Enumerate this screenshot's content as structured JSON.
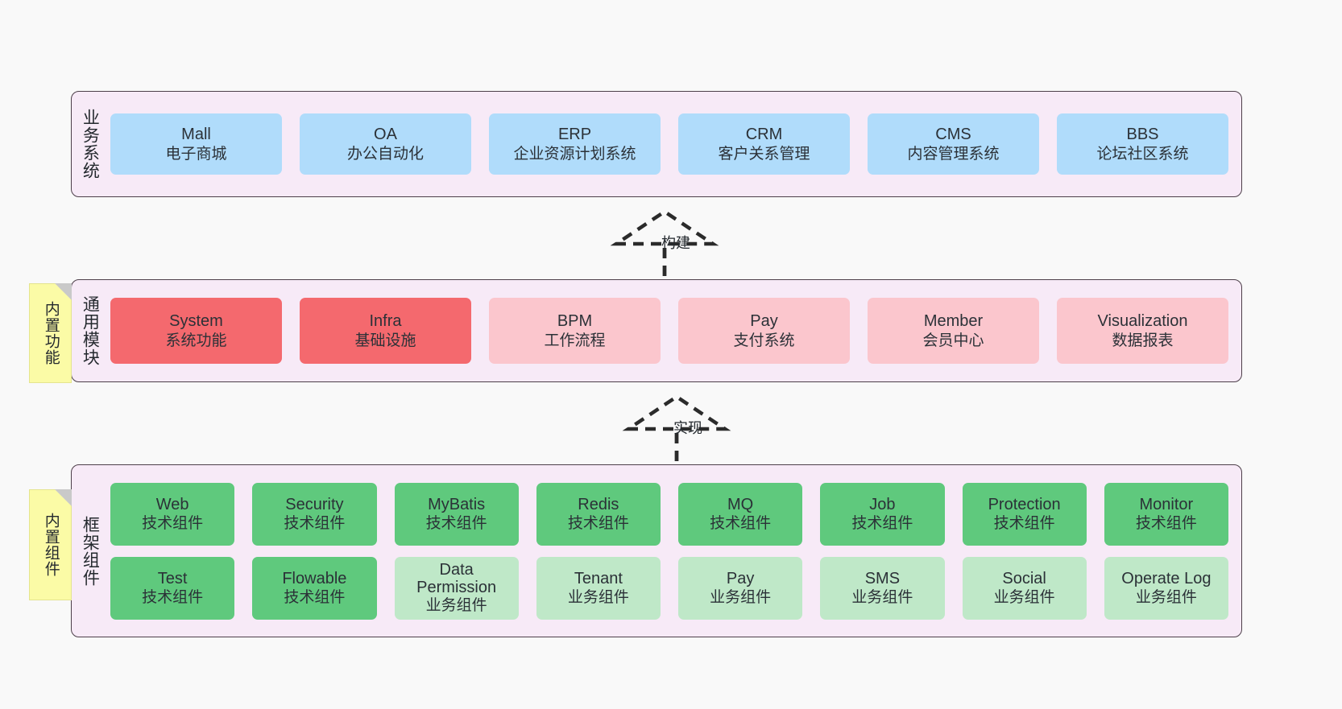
{
  "diagram": {
    "background_color": "#f9f9f9",
    "panel_color": "#f7eaf7",
    "note_color": "#fbfba6",
    "colors": {
      "business": "#b0dcfb",
      "module_core": "#f4696e",
      "module_ext": "#fbc6cd",
      "tech_component": "#5fc97d",
      "biz_component": "#bfe8c8"
    }
  },
  "layers": {
    "business": {
      "title": "业务系统",
      "cards": [
        {
          "name": "Mall",
          "desc": "电子商城"
        },
        {
          "name": "OA",
          "desc": "办公自动化"
        },
        {
          "name": "ERP",
          "desc": "企业资源计划系统"
        },
        {
          "name": "CRM",
          "desc": "客户关系管理"
        },
        {
          "name": "CMS",
          "desc": "内容管理系统"
        },
        {
          "name": "BBS",
          "desc": "论坛社区系统"
        }
      ]
    },
    "module": {
      "title": "通用模块",
      "note": "内置功能",
      "cards": [
        {
          "name": "System",
          "desc": "系统功能",
          "style": "core"
        },
        {
          "name": "Infra",
          "desc": "基础设施",
          "style": "core"
        },
        {
          "name": "BPM",
          "desc": "工作流程",
          "style": "ext"
        },
        {
          "name": "Pay",
          "desc": "支付系统",
          "style": "ext"
        },
        {
          "name": "Member",
          "desc": "会员中心",
          "style": "ext"
        },
        {
          "name": "Visualization",
          "desc": "数据报表",
          "style": "ext"
        }
      ]
    },
    "framework": {
      "title": "框架组件",
      "note": "内置组件",
      "row1": [
        {
          "name": "Web",
          "desc": "技术组件"
        },
        {
          "name": "Security",
          "desc": "技术组件"
        },
        {
          "name": "MyBatis",
          "desc": "技术组件"
        },
        {
          "name": "Redis",
          "desc": "技术组件"
        },
        {
          "name": "MQ",
          "desc": "技术组件"
        },
        {
          "name": "Job",
          "desc": "技术组件"
        },
        {
          "name": "Protection",
          "desc": "技术组件"
        },
        {
          "name": "Monitor",
          "desc": "技术组件"
        }
      ],
      "row2": [
        {
          "name": "Test",
          "desc": "技术组件",
          "style": "tech"
        },
        {
          "name": "Flowable",
          "desc": "技术组件",
          "style": "tech"
        },
        {
          "name": "Data Permission",
          "desc": "业务组件",
          "style": "biz"
        },
        {
          "name": "Tenant",
          "desc": "业务组件",
          "style": "biz"
        },
        {
          "name": "Pay",
          "desc": "业务组件",
          "style": "biz"
        },
        {
          "name": "SMS",
          "desc": "业务组件",
          "style": "biz"
        },
        {
          "name": "Social",
          "desc": "业务组件",
          "style": "biz"
        },
        {
          "name": "Operate Log",
          "desc": "业务组件",
          "style": "biz"
        }
      ]
    }
  },
  "connectors": [
    {
      "label": "构建",
      "from": "通用模块",
      "to": "业务系统"
    },
    {
      "label": "实现",
      "from": "框架组件",
      "to": "通用模块"
    }
  ]
}
